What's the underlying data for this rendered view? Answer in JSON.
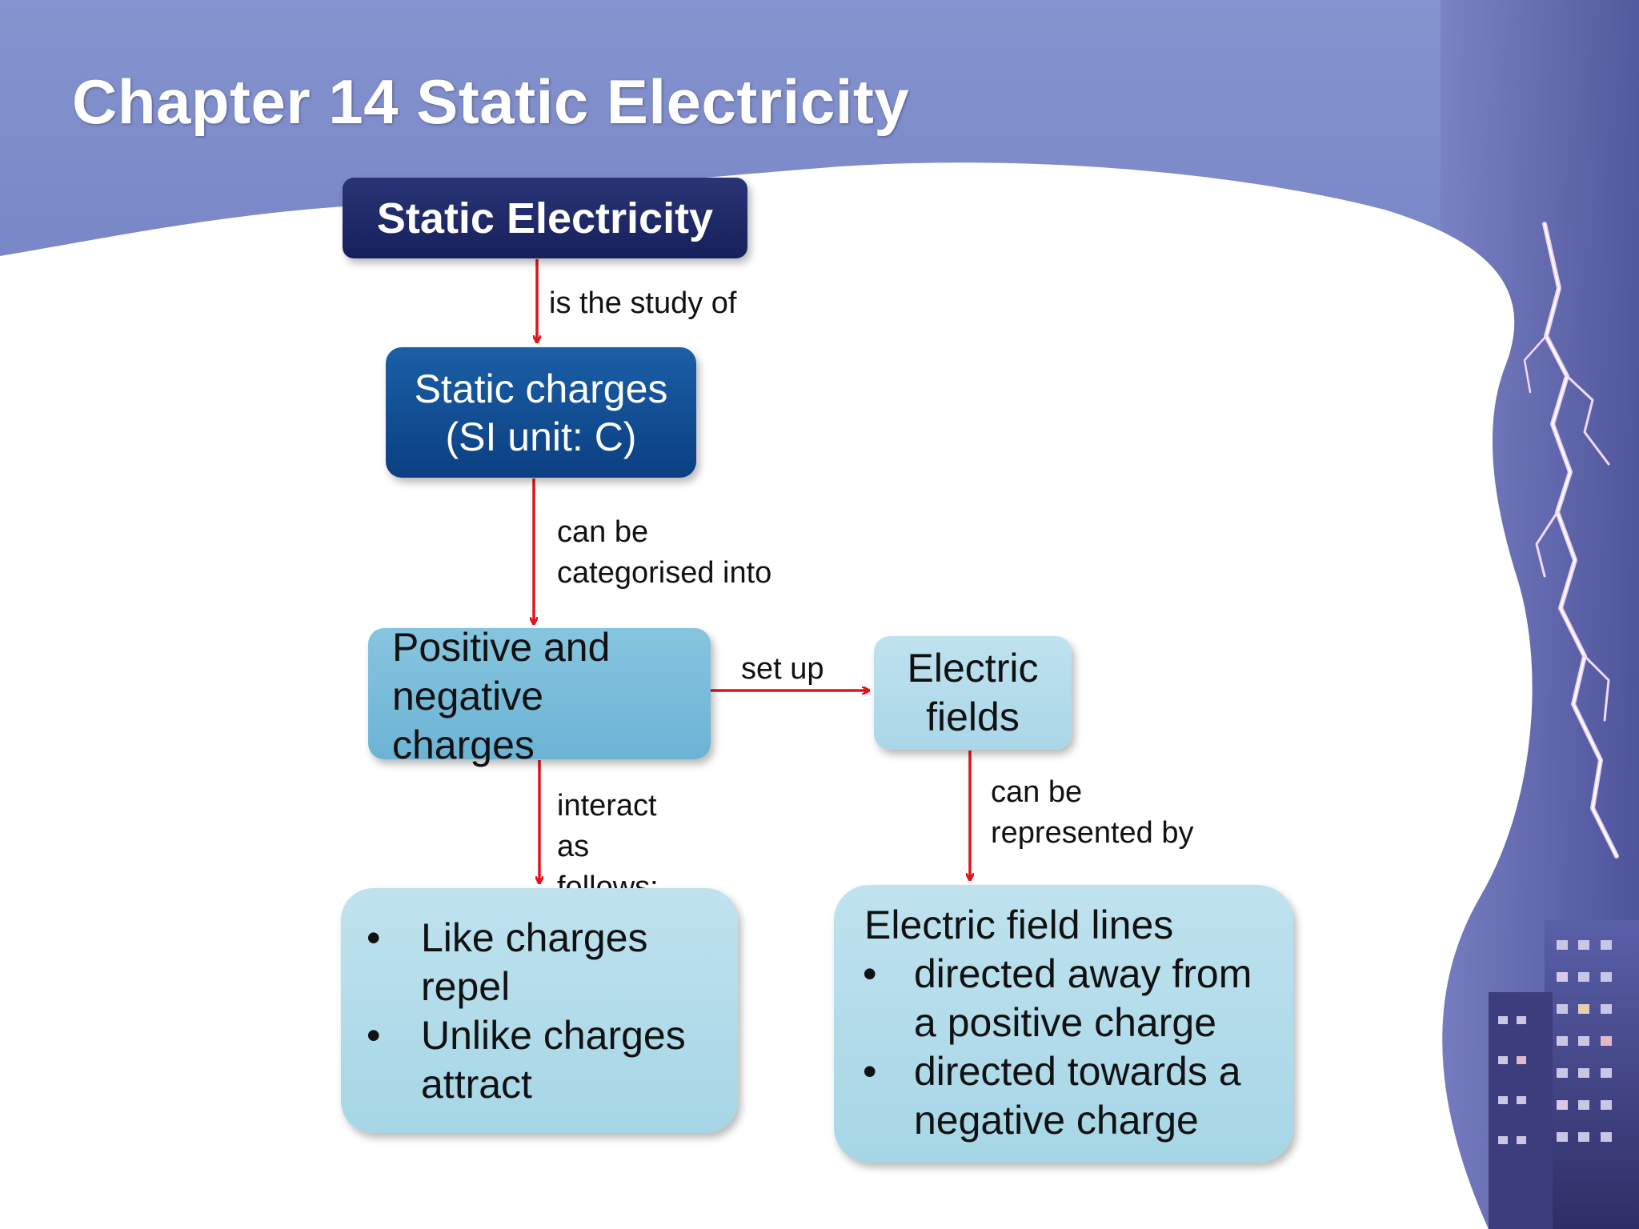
{
  "title": "Chapter 14 Static Electricity",
  "nodes": {
    "static_electricity": "Static Electricity",
    "static_charges": [
      "Static charges",
      "(SI unit: C)"
    ],
    "positive_negative": [
      "Positive and",
      "negative",
      "charges"
    ],
    "electric_fields": [
      "Electric",
      "fields"
    ],
    "like_unlike": {
      "bullet": "•",
      "items": [
        [
          "Like charges",
          "repel"
        ],
        [
          "Unlike charges",
          "attract"
        ]
      ]
    },
    "field_lines": {
      "heading": "Electric field lines",
      "bullet": "•",
      "items": [
        [
          "directed away from",
          "a positive charge"
        ],
        [
          "directed towards a",
          "negative charge"
        ]
      ]
    }
  },
  "edges": {
    "study": "is the study of",
    "categorised": [
      "can be",
      "categorised into"
    ],
    "set_up": "set up",
    "interact": [
      "interact",
      "as",
      "follows:"
    ],
    "represented": [
      "can be",
      "represented by"
    ]
  },
  "colors": {
    "arrow": "#e0141c",
    "dark_navy": "#1b2564",
    "navy_blue": "#0e4387",
    "medium_blue": "#72b7d6",
    "light_blue": "#b3dcea",
    "sky_top": "#7f8fcc",
    "sky_bottom": "#5a68b0"
  },
  "icons": [
    "lightning-bolt-icon"
  ]
}
